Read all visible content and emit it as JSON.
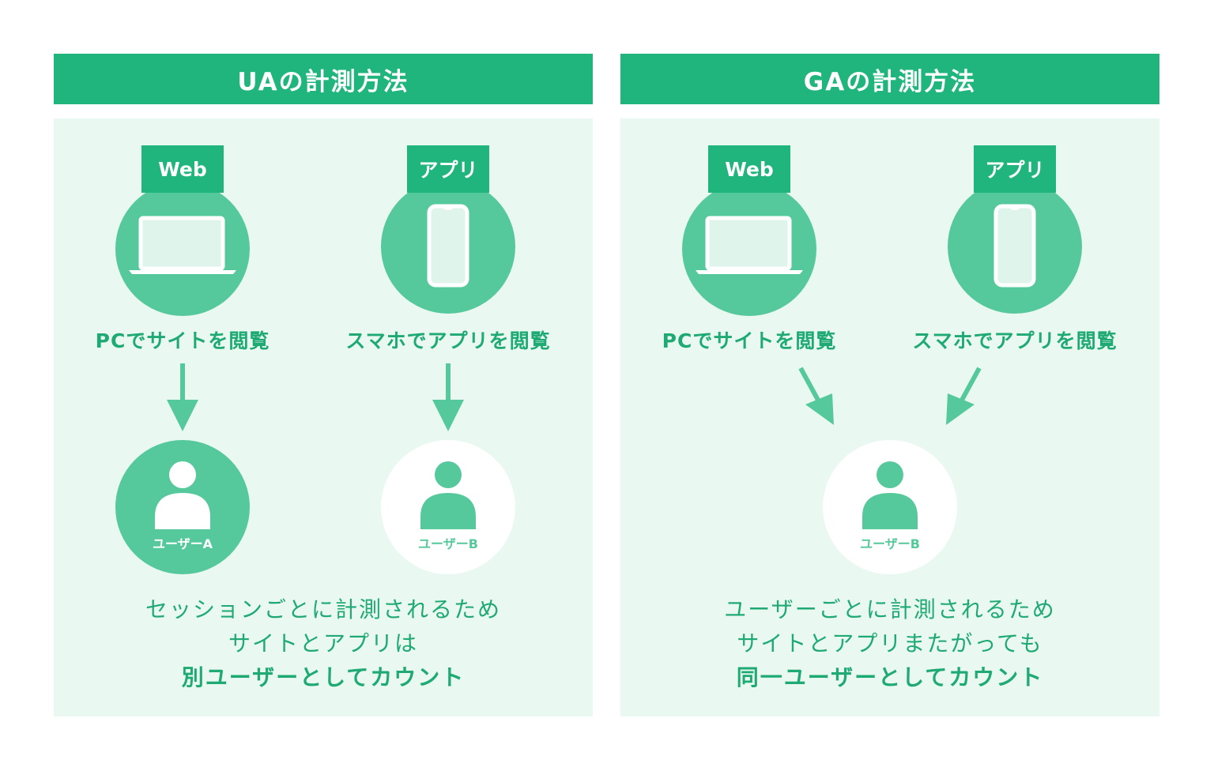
{
  "colors": {
    "header_bg": "#1fb57c",
    "panel_bg": "#eaf8f2",
    "circle_green": "#56c99c",
    "text_green": "#1faa74",
    "white": "#ffffff"
  },
  "ua": {
    "title": "UAの計測方法",
    "devices": [
      {
        "tag": "Web",
        "icon": "laptop-icon",
        "label": "PCでサイトを閲覧"
      },
      {
        "tag": "アプリ",
        "icon": "smartphone-icon",
        "label": "スマホでアプリを閲覧"
      }
    ],
    "users": [
      {
        "name": "ユーザーA",
        "icon": "user-icon",
        "style": "filled-green"
      },
      {
        "name": "ユーザーB",
        "icon": "user-icon",
        "style": "white"
      }
    ],
    "description": {
      "line1": "セッションごとに計測されるため",
      "line2": "サイトとアプリは",
      "line3": "別ユーザーとしてカウント"
    }
  },
  "ga": {
    "title": "GAの計測方法",
    "devices": [
      {
        "tag": "Web",
        "icon": "laptop-icon",
        "label": "PCでサイトを閲覧"
      },
      {
        "tag": "アプリ",
        "icon": "smartphone-icon",
        "label": "スマホでアプリを閲覧"
      }
    ],
    "users": [
      {
        "name": "ユーザーB",
        "icon": "user-icon",
        "style": "white"
      }
    ],
    "description": {
      "line1": "ユーザーごとに計測されるため",
      "line2": "サイトとアプリまたがっても",
      "line3": "同一ユーザーとしてカウント"
    }
  }
}
